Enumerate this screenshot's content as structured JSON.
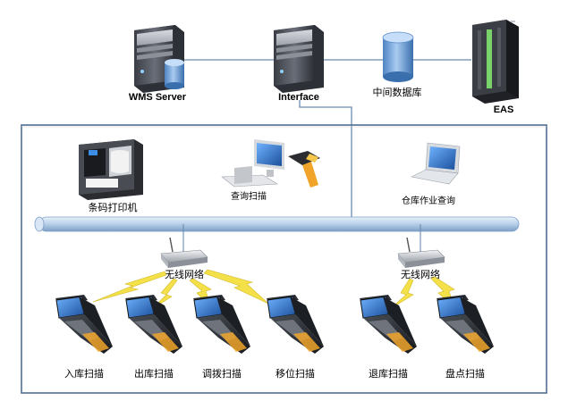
{
  "top_nodes": {
    "wms_server": "WMS Server",
    "interface": "Interface",
    "middle_db": "中间数据库",
    "eas": "EAS"
  },
  "network": {
    "barcode_printer": "条码打印机",
    "query_scan": "查询扫描",
    "warehouse_query": "仓库作业查询",
    "wireless_left": "无线网络",
    "wireless_right": "无线网络"
  },
  "scanners": [
    {
      "label": "入库扫描"
    },
    {
      "label": "出库扫描"
    },
    {
      "label": "调拨扫描"
    },
    {
      "label": "移位扫描"
    },
    {
      "label": "退库扫描"
    },
    {
      "label": "盘点扫描"
    }
  ],
  "colors": {
    "line": "#6a8bb0",
    "frame": "#4f6f93",
    "bus": "#c7daf0",
    "lightning": "#f4e14a"
  }
}
